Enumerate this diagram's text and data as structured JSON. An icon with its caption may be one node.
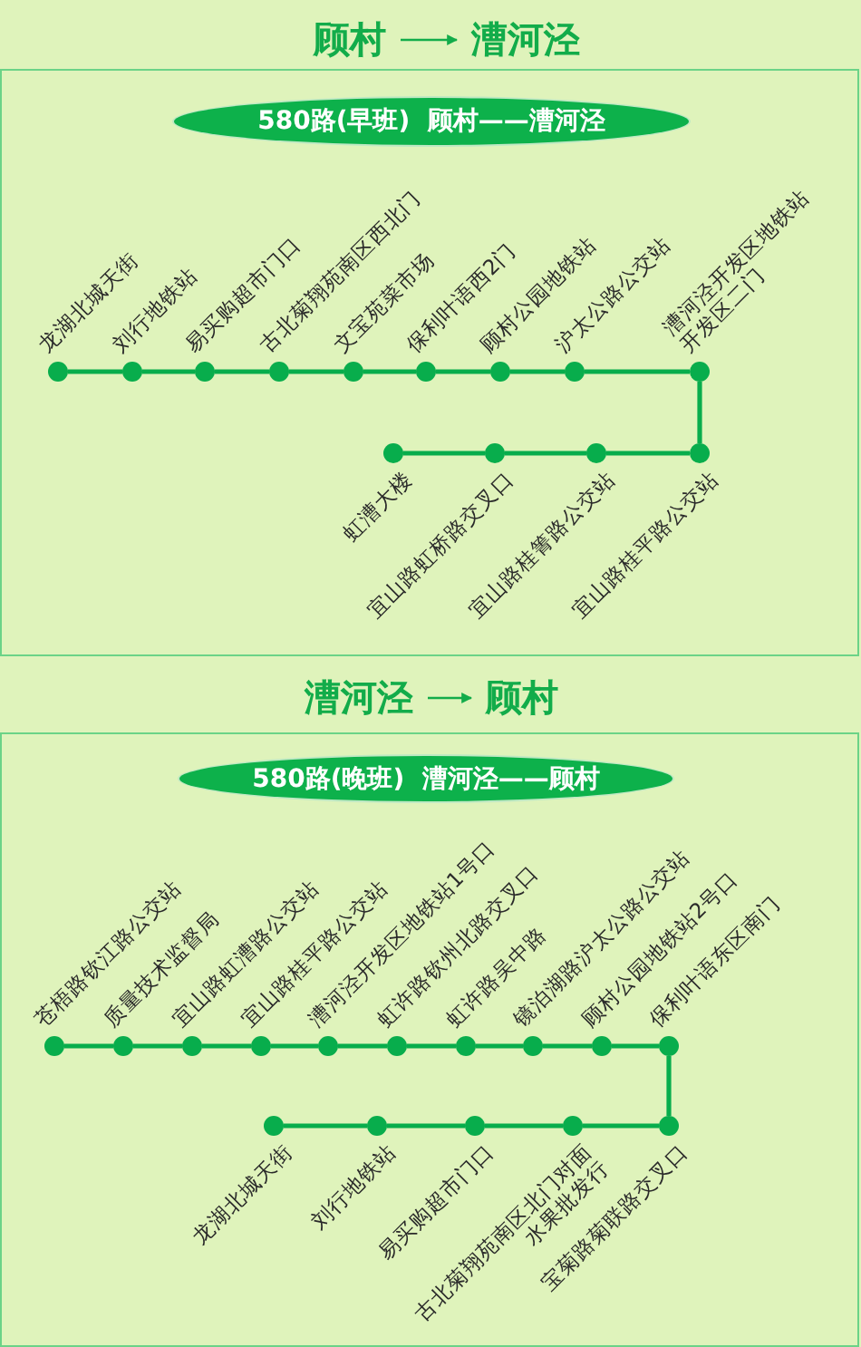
{
  "diagram": {
    "nodes": [
      {
        "text": [
          "顾村"
        ]
      },
      {
        "text": [
          "漕河泾"
        ]
      },
      {
        "text": [],
        "shape": "box"
      },
      {
        "text": [
          "580路(早班)  顾村——漕河泾"
        ],
        "in": 2
      },
      {
        "text": [],
        "shape": "circle",
        "in": 2,
        "beside": [
          "龙湖北城天街"
        ]
      },
      {
        "text": [],
        "shape": "circle",
        "in": 2,
        "beside": [
          "刘行地铁站"
        ]
      },
      {
        "text": [],
        "shape": "circle",
        "in": 2,
        "beside": [
          "易买购超市门口"
        ]
      },
      {
        "text": [],
        "shape": "circle",
        "in": 2,
        "beside": [
          "古北菊翔苑南区西北门"
        ]
      },
      {
        "text": [],
        "shape": "circle",
        "in": 2,
        "beside": [
          "文宝苑菜市场"
        ]
      },
      {
        "text": [],
        "shape": "circle",
        "in": 2,
        "beside": [
          "保利叶语西2门"
        ]
      },
      {
        "text": [],
        "shape": "circle",
        "in": 2,
        "beside": [
          "顾村公园地铁站"
        ]
      },
      {
        "text": [],
        "shape": "circle",
        "in": 2,
        "beside": [
          "沪太公路公交站"
        ]
      },
      {
        "text": [],
        "shape": "circle",
        "in": 2,
        "beside": [
          "漕河泾开发区地铁站",
          "开发区二门"
        ]
      },
      {
        "text": [],
        "shape": "circle",
        "in": 2,
        "beside": [
          "虹漕大楼"
        ]
      },
      {
        "text": [],
        "shape": "circle",
        "in": 2,
        "beside": [
          "宜山路虹桥路交叉口"
        ]
      },
      {
        "text": [],
        "shape": "circle",
        "in": 2,
        "beside": [
          "宜山路桂箐路公交站"
        ]
      },
      {
        "text": [],
        "shape": "circle",
        "in": 2,
        "beside": [
          "宜山路桂平路公交站"
        ]
      },
      {
        "text": [
          "漕河泾"
        ]
      },
      {
        "text": [
          "顾村"
        ]
      },
      {
        "text": [],
        "shape": "box"
      },
      {
        "text": [
          "580路(晚班)  漕河泾——顾村"
        ],
        "in": 19
      },
      {
        "text": [],
        "shape": "circle",
        "in": 19,
        "beside": [
          "苍梧路钦江路公交站"
        ]
      },
      {
        "text": [],
        "shape": "circle",
        "in": 19,
        "beside": [
          "质量技术监督局"
        ]
      },
      {
        "text": [],
        "shape": "circle",
        "in": 19,
        "beside": [
          "宜山路虹漕路公交站"
        ]
      },
      {
        "text": [],
        "shape": "circle",
        "in": 19,
        "beside": [
          "宜山路桂平路公交站"
        ]
      },
      {
        "text": [],
        "shape": "circle",
        "in": 19,
        "beside": [
          "漕河泾开发区地铁站1号口"
        ]
      },
      {
        "text": [],
        "shape": "circle",
        "in": 19,
        "beside": [
          "虹许路钦州北路交叉口"
        ]
      },
      {
        "text": [],
        "shape": "circle",
        "in": 19,
        "beside": [
          "虹许路吴中路"
        ]
      },
      {
        "text": [],
        "shape": "circle",
        "in": 19,
        "beside": [
          "镜泊湖路沪太公路公交站"
        ]
      },
      {
        "text": [],
        "shape": "circle",
        "in": 19,
        "beside": [
          "顾村公园地铁站2号口"
        ]
      },
      {
        "text": [],
        "shape": "circle",
        "in": 19,
        "beside": [
          "保利叶语东区南门"
        ]
      },
      {
        "text": [],
        "shape": "circle",
        "in": 19,
        "beside": [
          "龙湖北城天街"
        ]
      },
      {
        "text": [],
        "shape": "circle",
        "in": 19,
        "beside": [
          "刘行地铁站"
        ]
      },
      {
        "text": [],
        "shape": "circle",
        "in": 19,
        "beside": [
          "易买购超市门口"
        ]
      },
      {
        "text": [],
        "shape": "circle",
        "in": 19,
        "beside": [
          "古北菊翔苑南区北门对面",
          "水果批发行"
        ]
      },
      {
        "text": [],
        "shape": "circle",
        "in": 19,
        "beside": [
          "宝菊路菊联路交叉口"
        ]
      }
    ],
    "edges": [
      {
        "from": 0,
        "to": 1,
        "arrow": "to"
      },
      {
        "from": 4,
        "to": 5,
        "arrow": "none"
      },
      {
        "from": 5,
        "to": 6,
        "arrow": "none"
      },
      {
        "from": 6,
        "to": 7,
        "arrow": "none"
      },
      {
        "from": 7,
        "to": 8,
        "arrow": "none"
      },
      {
        "from": 8,
        "to": 9,
        "arrow": "none"
      },
      {
        "from": 9,
        "to": 10,
        "arrow": "none"
      },
      {
        "from": 10,
        "to": 11,
        "arrow": "none"
      },
      {
        "from": 11,
        "to": 12,
        "arrow": "none"
      },
      {
        "from": 12,
        "to": 16,
        "arrow": "none"
      },
      {
        "from": 16,
        "to": 15,
        "arrow": "none"
      },
      {
        "from": 15,
        "to": 14,
        "arrow": "none"
      },
      {
        "from": 14,
        "to": 13,
        "arrow": "none"
      },
      {
        "from": 17,
        "to": 18,
        "arrow": "to"
      },
      {
        "from": 21,
        "to": 22,
        "arrow": "none"
      },
      {
        "from": 22,
        "to": 23,
        "arrow": "none"
      },
      {
        "from": 23,
        "to": 24,
        "arrow": "none"
      },
      {
        "from": 24,
        "to": 25,
        "arrow": "none"
      },
      {
        "from": 25,
        "to": 26,
        "arrow": "none"
      },
      {
        "from": 26,
        "to": 27,
        "arrow": "none"
      },
      {
        "from": 27,
        "to": 28,
        "arrow": "none"
      },
      {
        "from": 28,
        "to": 29,
        "arrow": "none"
      },
      {
        "from": 29,
        "to": 30,
        "arrow": "none"
      },
      {
        "from": 30,
        "to": 35,
        "arrow": "none"
      },
      {
        "from": 35,
        "to": 34,
        "arrow": "none"
      },
      {
        "from": 34,
        "to": 33,
        "arrow": "none"
      },
      {
        "from": 33,
        "to": 32,
        "arrow": "none"
      },
      {
        "from": 32,
        "to": 31,
        "arrow": "none"
      }
    ]
  }
}
